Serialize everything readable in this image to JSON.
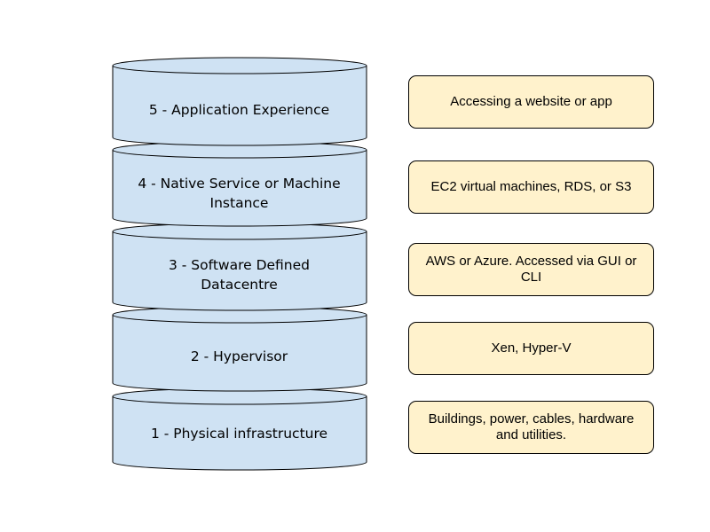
{
  "colors": {
    "layer_fill": "#cfe2f3",
    "note_fill": "#fff2cc",
    "stroke": "#000000"
  },
  "layers": [
    {
      "label": "5 - Application Experience",
      "note": "Accessing a website or app"
    },
    {
      "label": "4 - Native Service or Machine Instance",
      "note": "EC2 virtual machines, RDS, or S3"
    },
    {
      "label": "3 - Software Defined Datacentre",
      "note": "AWS or Azure. Accessed via GUI or CLI"
    },
    {
      "label": "2 - Hypervisor",
      "note": "Xen, Hyper-V"
    },
    {
      "label": "1 - Physical infrastructure",
      "note": "Buildings, power, cables, hardware and utilities."
    }
  ]
}
